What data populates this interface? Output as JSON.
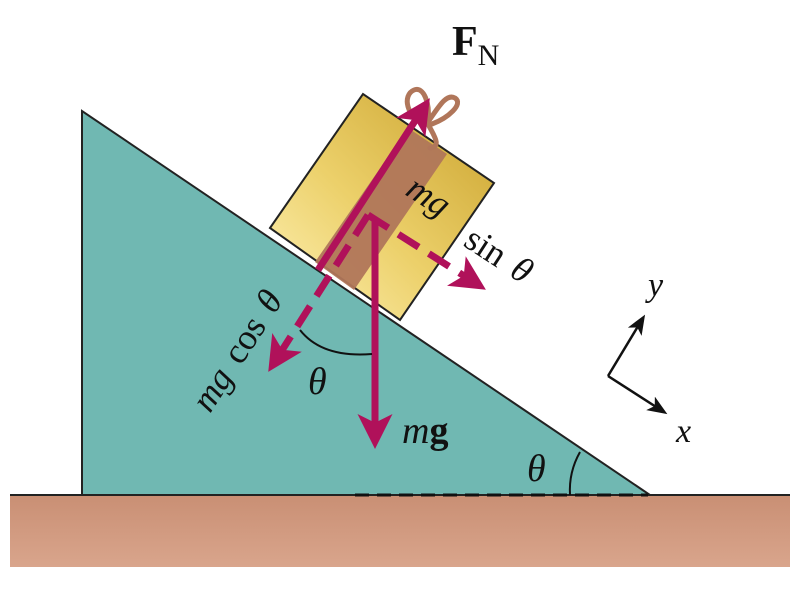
{
  "labels": {
    "normal_force": {
      "symbol": "F",
      "subscript": "N"
    },
    "parallel_component": {
      "mg": "mg",
      "sin": "sin",
      "theta": "θ"
    },
    "perpendicular_component": {
      "mg": "mg",
      "cos": "cos",
      "theta": "θ"
    },
    "weight": {
      "m": "m",
      "g": "g"
    },
    "angle_at_gift": "θ",
    "angle_at_base": "θ",
    "axis_x": "x",
    "axis_y": "y"
  },
  "colors": {
    "incline_fill": "#70b8b2",
    "ground_fill": "#cd9378",
    "vector_color": "#b0115a",
    "gift_gold": "#e2bf45",
    "ribbon_brown": "#b0765a",
    "outline": "#222222"
  },
  "icons": {
    "bow": "gift-bow-icon",
    "axes": "coordinate-axes-icon"
  }
}
